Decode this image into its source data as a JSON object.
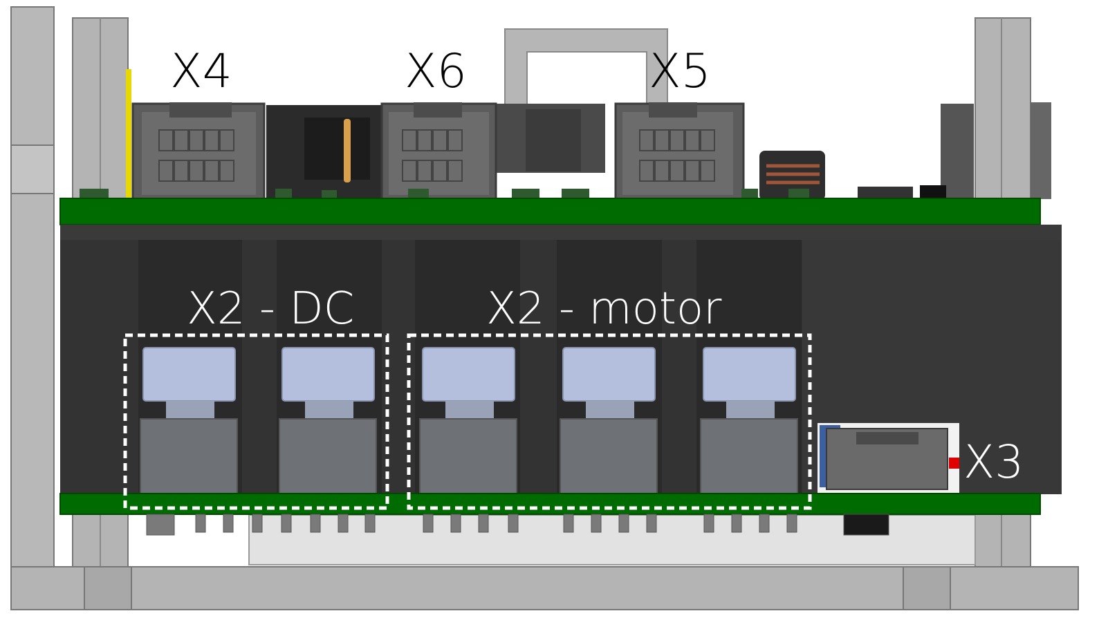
{
  "labels": {
    "x4": "X4",
    "x6": "X6",
    "x5": "X5",
    "x2_dc": "X2 - DC",
    "x2_motor": "X2 - motor",
    "x3": "X3"
  },
  "colors": {
    "pcb_green": "#006b00",
    "housing_dark": "#353535",
    "frame_gray": "#b6b6b6",
    "terminal_blue": "#b3bfdc",
    "callout_text_black": "#000000",
    "callout_text_white": "#ffffff",
    "dashed_outline": "#ffffff"
  }
}
